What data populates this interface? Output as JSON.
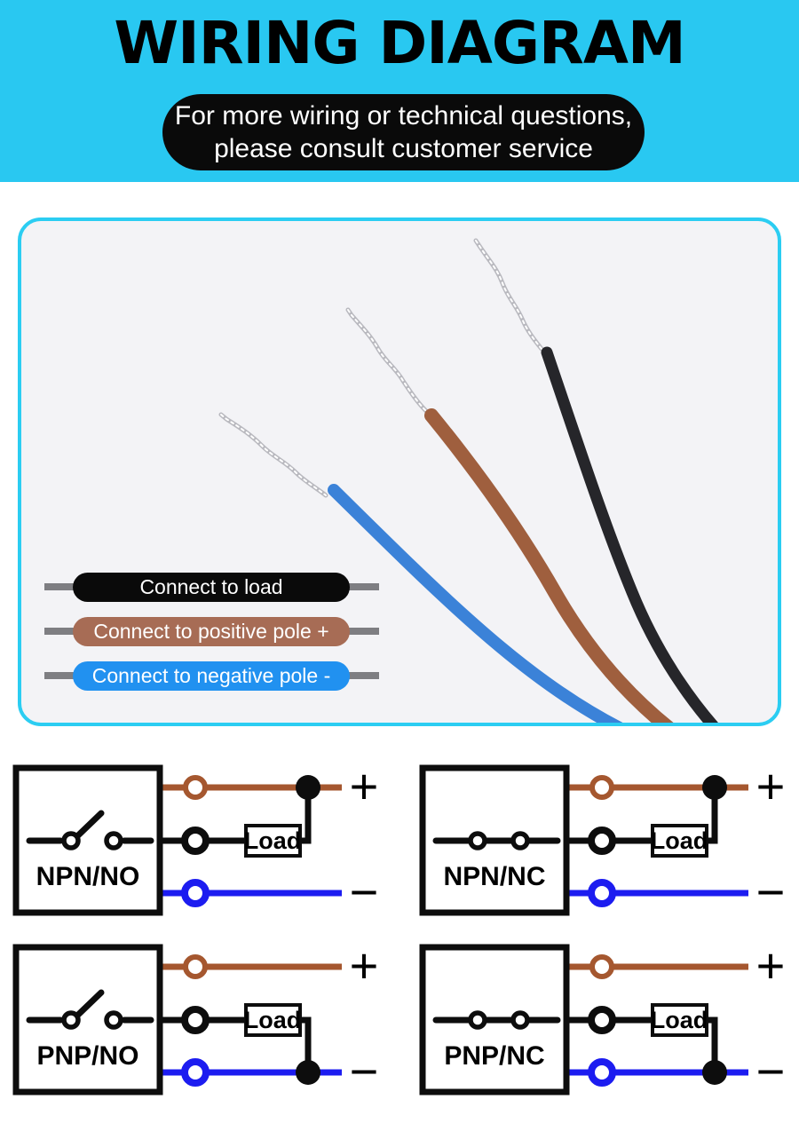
{
  "colors": {
    "cyan": "#29c8f1",
    "panel-border": "#2bcdf2",
    "photo-bg": "#f3f3f6",
    "pill-black": "#0a0a0a",
    "pill-brown": "#a76c55",
    "pill-blue": "#2191f0",
    "line-gray": "#7e7e82",
    "sch-brown": "#a5572f",
    "sch-blue": "#1c1cf0",
    "sch-black": "#0d0d0d",
    "photo-wire-blue": "#3b82d8",
    "photo-wire-brown": "#9f5f3e",
    "photo-wire-black": "#26262a",
    "bare-wire": "#b9b9bf"
  },
  "header": {
    "title": "WIRING DIAGRAM",
    "note_line1": "For more wiring or technical questions,",
    "note_line2": "please consult customer service"
  },
  "photo_panel": {
    "wires": [
      "blue-negative-wire",
      "brown-positive-wire",
      "black-load-wire"
    ],
    "labels": [
      {
        "id": "load",
        "text": "Connect to load"
      },
      {
        "id": "positive",
        "text": "Connect to positive pole +"
      },
      {
        "id": "negative",
        "text": "Connect to negative pole -"
      }
    ]
  },
  "diagrams": [
    {
      "label": "NPN/NO",
      "switch_state": "open",
      "load_label": "Load",
      "plus": "+",
      "minus": "−",
      "load_connects_to": "positive"
    },
    {
      "label": "NPN/NC",
      "switch_state": "closed",
      "load_label": "Load",
      "plus": "+",
      "minus": "−",
      "load_connects_to": "positive"
    },
    {
      "label": "PNP/NO",
      "switch_state": "open",
      "load_label": "Load",
      "plus": "+",
      "minus": "−",
      "load_connects_to": "negative"
    },
    {
      "label": "PNP/NC",
      "switch_state": "closed",
      "load_label": "Load",
      "plus": "+",
      "minus": "−",
      "load_connects_to": "negative"
    }
  ]
}
